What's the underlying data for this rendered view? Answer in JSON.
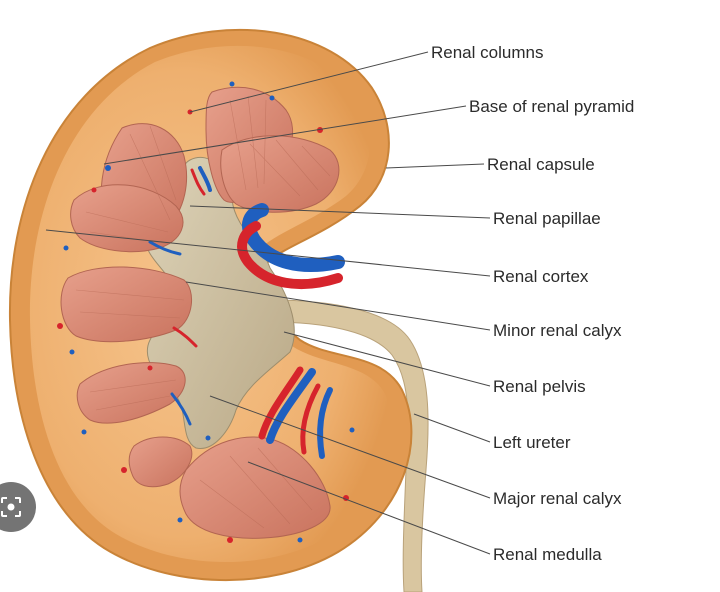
{
  "diagram": {
    "colors": {
      "capsule": "#e3a35a",
      "cortex": "#f0b575",
      "medulla": "#d98e78",
      "pelvis": "#cfc2a3",
      "artery": "#d6242c",
      "vein": "#1f5fbf",
      "ureter": "#d9c6a0"
    },
    "labels": [
      {
        "key": "renal-columns",
        "text": "Renal columns"
      },
      {
        "key": "base-of-renal-pyramid",
        "text": "Base of renal pyramid"
      },
      {
        "key": "renal-capsule",
        "text": "Renal capsule"
      },
      {
        "key": "renal-papillae",
        "text": "Renal papillae"
      },
      {
        "key": "renal-cortex",
        "text": "Renal cortex"
      },
      {
        "key": "minor-renal-calyx",
        "text": "Minor renal calyx"
      },
      {
        "key": "renal-pelvis",
        "text": "Renal pelvis"
      },
      {
        "key": "left-ureter",
        "text": "Left ureter"
      },
      {
        "key": "major-renal-calyx",
        "text": "Major renal calyx"
      },
      {
        "key": "renal-medulla",
        "text": "Renal medulla"
      }
    ]
  },
  "overlay": {
    "icon": "lens-search-icon"
  }
}
